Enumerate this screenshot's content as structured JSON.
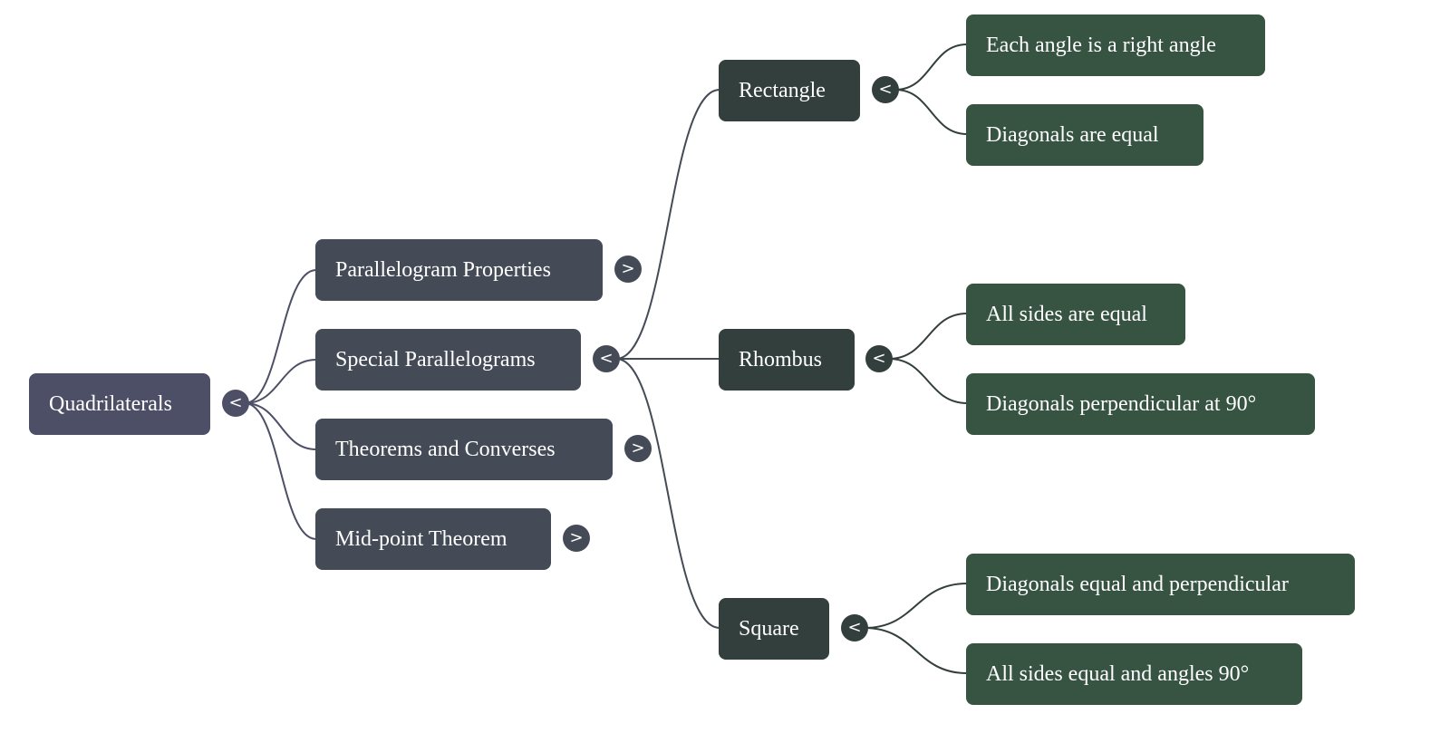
{
  "colors": {
    "root": "#4d4f66",
    "level1": "#454b56",
    "level2": "#323f3c",
    "level3": "#375443",
    "link_root": "#4d4f66",
    "link_level1": "#454b56",
    "link_level2": "#323f3c"
  },
  "toggle_glyphs": {
    "expanded": "<",
    "collapsed": ">"
  },
  "mindmap": {
    "root": {
      "label": "Quadrilaterals",
      "state": "expanded"
    },
    "level1": [
      {
        "label": "Parallelogram Properties",
        "state": "collapsed"
      },
      {
        "label": "Special Parallelograms",
        "state": "expanded"
      },
      {
        "label": "Theorems and Converses",
        "state": "collapsed"
      },
      {
        "label": "Mid-point Theorem",
        "state": "collapsed"
      }
    ],
    "special_parallelograms": [
      {
        "label": "Rectangle",
        "state": "expanded",
        "children": [
          "Each angle is a right angle",
          "Diagonals are equal"
        ]
      },
      {
        "label": "Rhombus",
        "state": "expanded",
        "children": [
          "All sides are equal",
          "Diagonals perpendicular at 90°"
        ]
      },
      {
        "label": "Square",
        "state": "expanded",
        "children": [
          "Diagonals equal and perpendicular",
          "All sides equal and angles 90°"
        ]
      }
    ]
  }
}
